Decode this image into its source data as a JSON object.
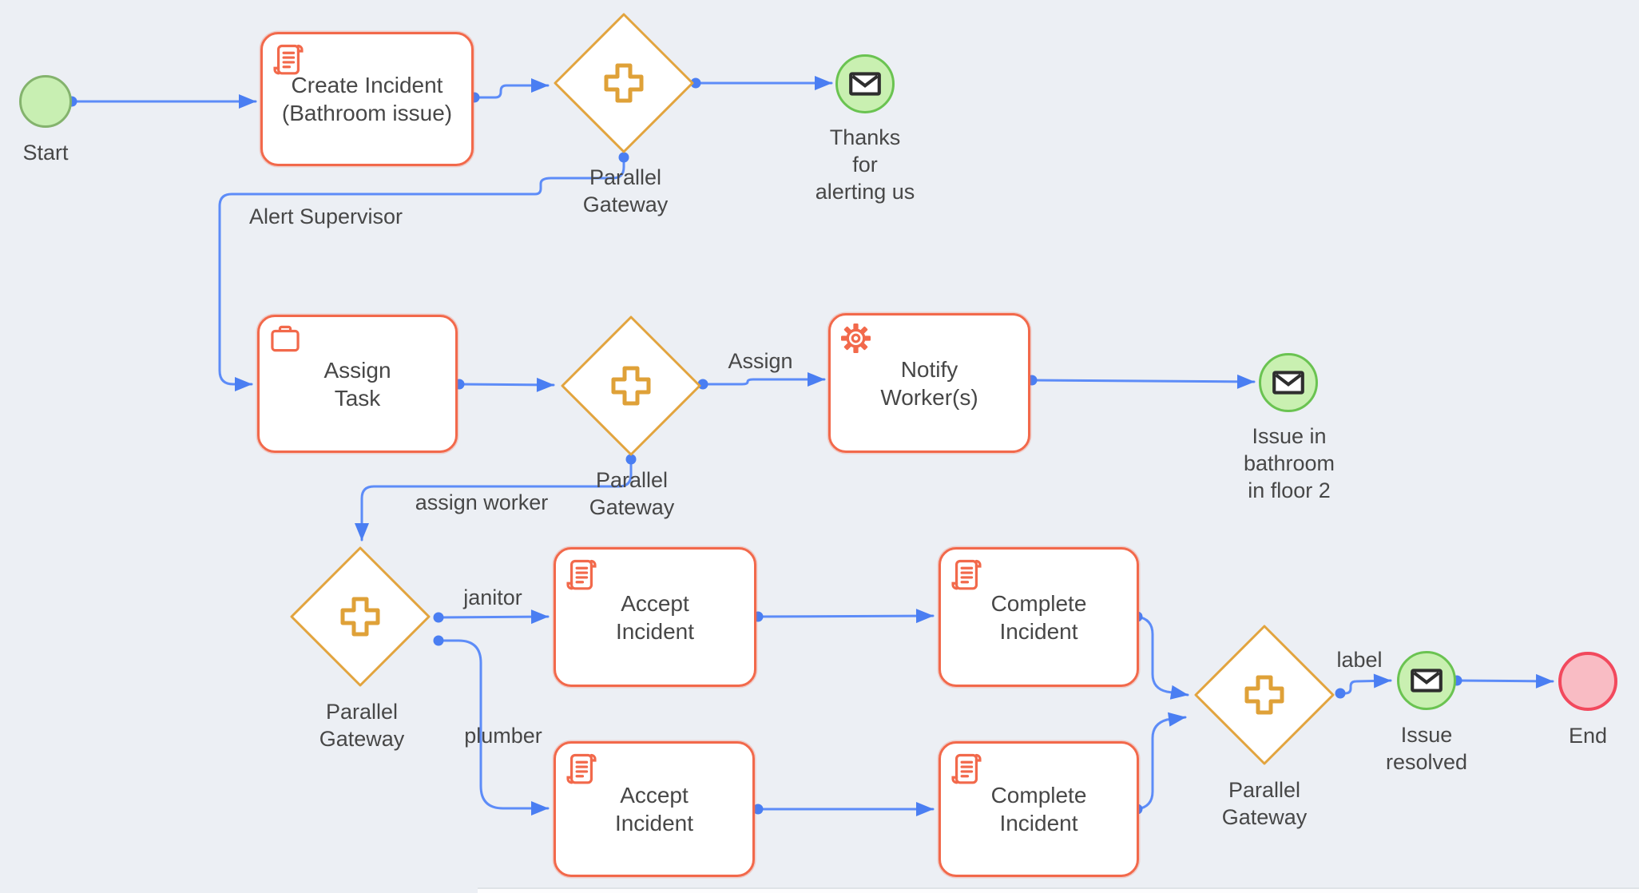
{
  "nodes": {
    "start": {
      "label": "Start"
    },
    "create_incident": {
      "label": "Create Incident\n(Bathroom issue)"
    },
    "gateway1": {
      "label": "Parallel\nGateway"
    },
    "thanks": {
      "label": "Thanks\nfor\nalerting us"
    },
    "assign_task": {
      "label": "Assign\nTask"
    },
    "gateway2": {
      "label": "Parallel\nGateway"
    },
    "notify_workers": {
      "label": "Notify\nWorker(s)"
    },
    "issue_bathroom": {
      "label": "Issue in\nbathroom\nin floor 2"
    },
    "gateway3": {
      "label": "Parallel\nGateway"
    },
    "accept_incident_janitor": {
      "label": "Accept\nIncident"
    },
    "complete_incident_janitor": {
      "label": "Complete\nIncident"
    },
    "accept_incident_plumber": {
      "label": "Accept\nIncident"
    },
    "complete_incident_plumber": {
      "label": "Complete\nIncident"
    },
    "gateway4": {
      "label": "Parallel\nGateway"
    },
    "issue_resolved": {
      "label": "Issue\nresolved"
    },
    "end": {
      "label": "End"
    }
  },
  "edge_labels": {
    "alert_supervisor": "Alert Supervisor",
    "assign": "Assign",
    "assign_worker": "assign worker",
    "janitor": "janitor",
    "plumber": "plumber",
    "label": "label"
  },
  "colors": {
    "background": "#eceff4",
    "task_border": "#f2694b",
    "gateway_border": "#e2a43e",
    "flow_line": "#5d8cf8",
    "flow_marker": "#4a7ef2",
    "start_fill": "#c8efb2",
    "start_border": "#84b36d",
    "message_fill": "#c9f0b1",
    "message_border": "#6ac351",
    "end_fill": "#f9bcc4",
    "end_border": "#f2495d",
    "text": "#474747"
  }
}
